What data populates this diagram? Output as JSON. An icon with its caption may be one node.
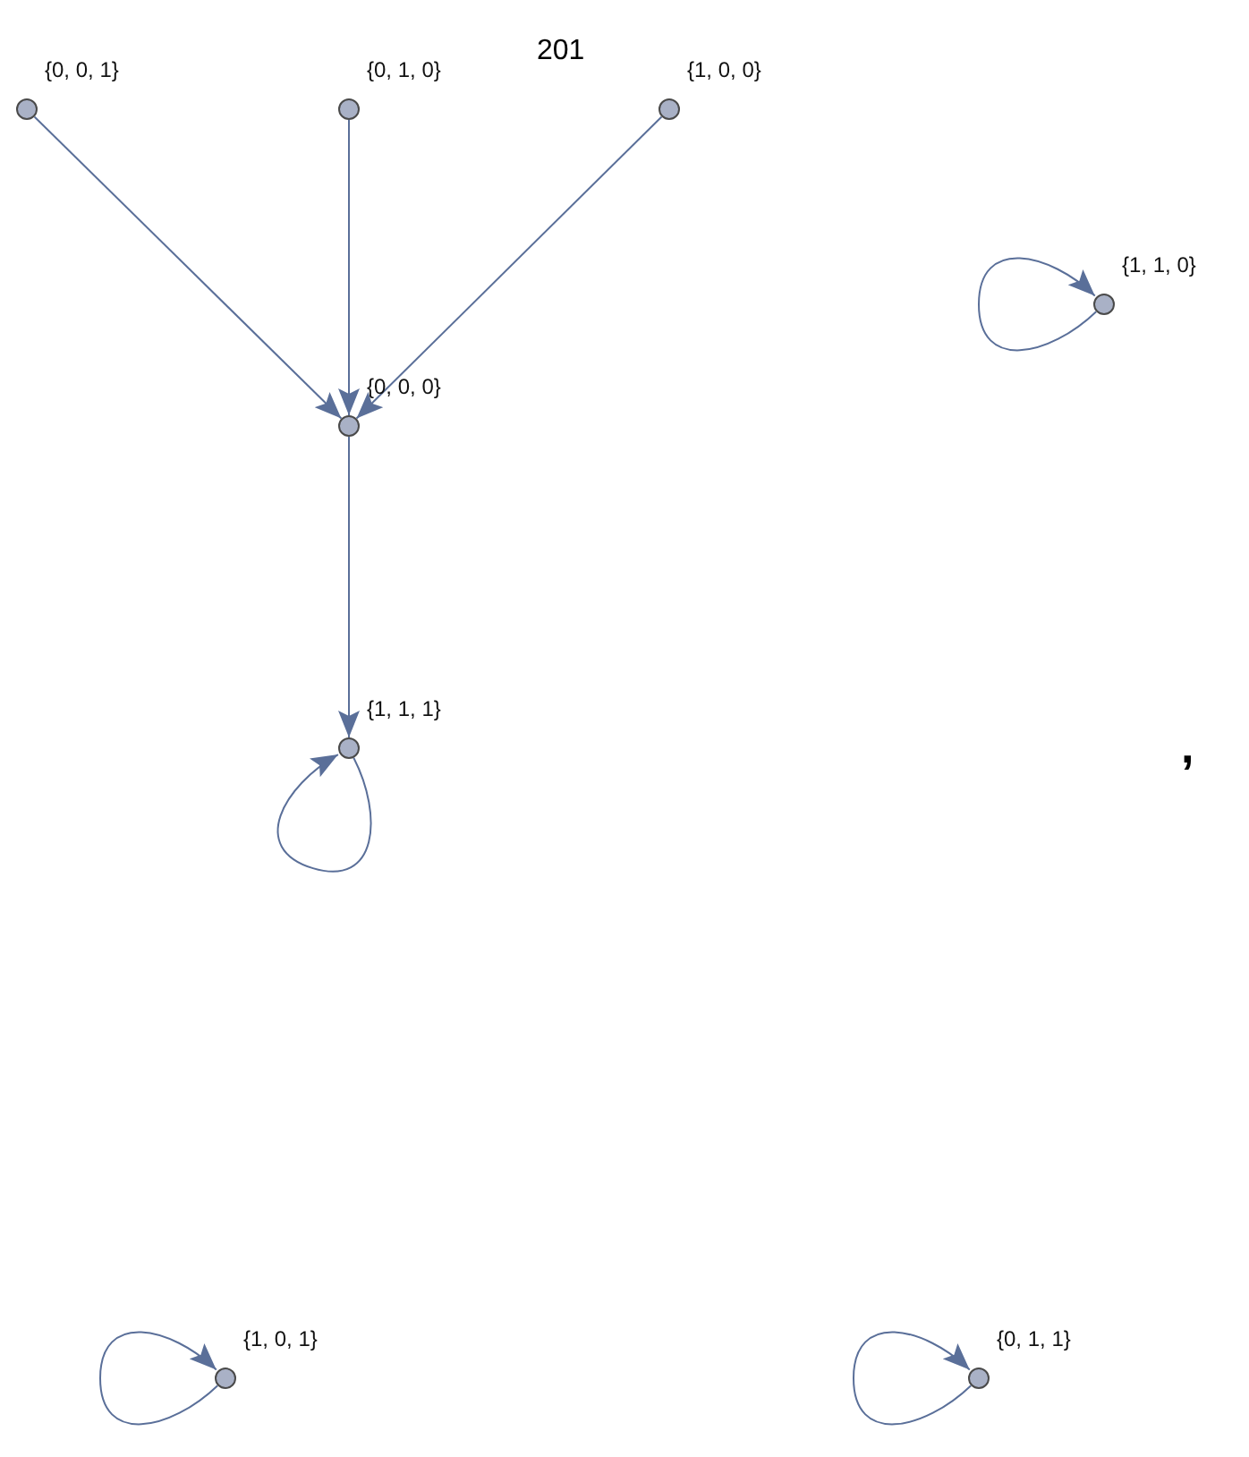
{
  "diagram": {
    "title": "201",
    "nodes": [
      {
        "text": [],
        "shape": "circle",
        "beside": [
          "{0, 0, 1}"
        ]
      },
      {
        "text": [],
        "shape": "circle",
        "beside": [
          "{0, 1, 0}"
        ]
      },
      {
        "text": [],
        "shape": "circle",
        "beside": [
          "{1, 0, 0}"
        ]
      },
      {
        "text": [],
        "shape": "circle",
        "beside": [
          "{1, 1, 0}"
        ]
      },
      {
        "text": [],
        "shape": "circle",
        "beside": [
          "{0, 0, 0}"
        ]
      },
      {
        "text": [],
        "shape": "circle",
        "beside": [
          "{1, 1, 1}"
        ]
      },
      {
        "text": [],
        "shape": "circle",
        "beside": [
          "{1, 0, 1}"
        ]
      },
      {
        "text": [],
        "shape": "circle",
        "beside": [
          "{0, 1, 1}"
        ]
      }
    ],
    "edges": [
      {
        "from": 0,
        "to": 4,
        "arrow": "to"
      },
      {
        "from": 1,
        "to": 4,
        "arrow": "to"
      },
      {
        "from": 2,
        "to": 4,
        "arrow": "to"
      },
      {
        "from": 4,
        "to": 5,
        "arrow": "to"
      },
      {
        "from": 5,
        "to": 5,
        "arrow": "to"
      },
      {
        "from": 3,
        "to": 3,
        "arrow": "to"
      },
      {
        "from": 6,
        "to": 6,
        "arrow": "to"
      },
      {
        "from": 7,
        "to": 7,
        "arrow": "to"
      }
    ],
    "labels": [
      ","
    ]
  }
}
